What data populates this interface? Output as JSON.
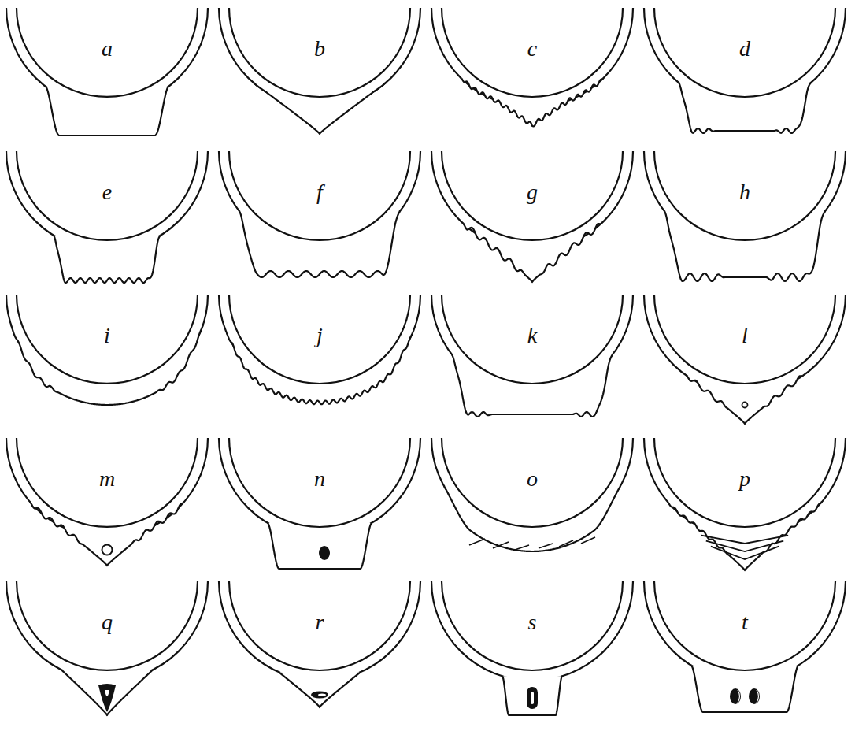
{
  "diagram": {
    "labels": [
      "a",
      "b",
      "c",
      "d",
      "e",
      "f",
      "g",
      "h",
      "i",
      "j",
      "k",
      "l",
      "m",
      "n",
      "o",
      "p",
      "q",
      "r",
      "s",
      "t"
    ]
  }
}
